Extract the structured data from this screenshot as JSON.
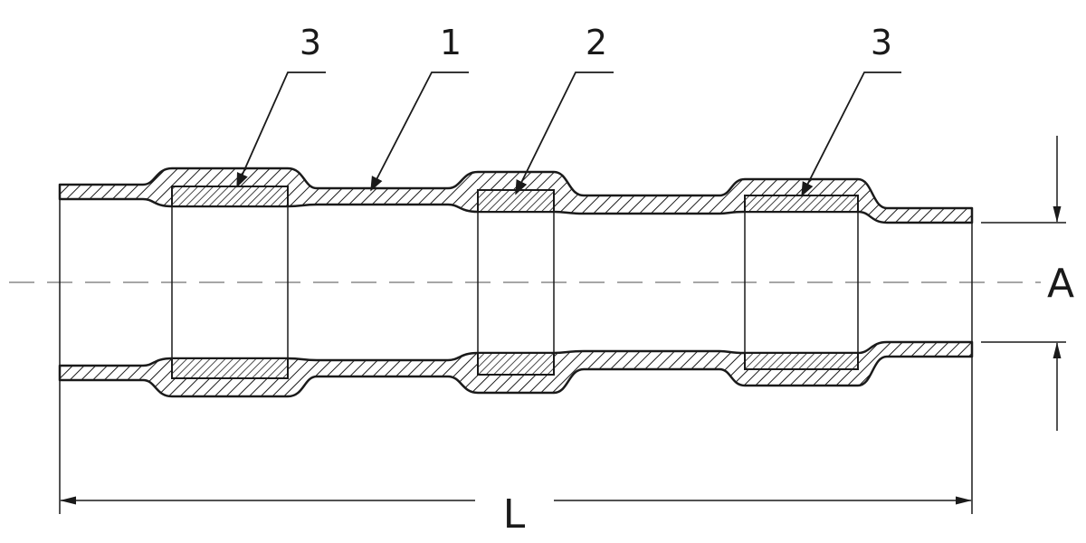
{
  "callouts": {
    "ring_left": "3",
    "tube": "1",
    "middle_ring": "2",
    "ring_right": "3"
  },
  "dimensions": {
    "length_label": "L",
    "diameter_label": "A"
  },
  "colors": {
    "ink": "#1a1a1a",
    "centerline": "#888888",
    "background": "#ffffff"
  }
}
